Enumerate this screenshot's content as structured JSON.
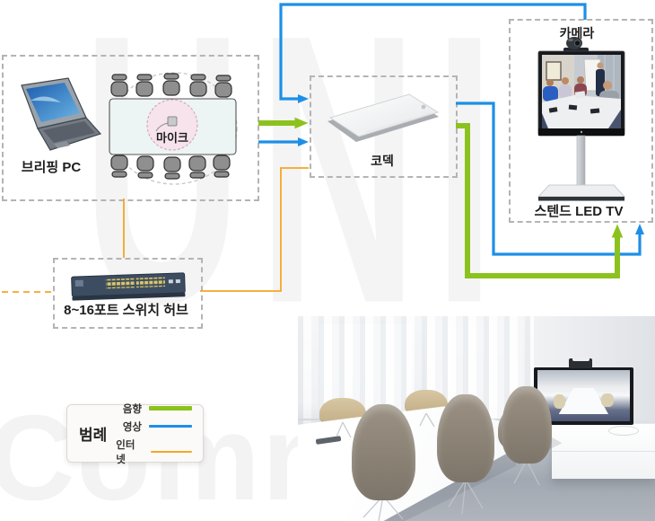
{
  "watermark": {
    "top": "UNI",
    "bottom": "Communica"
  },
  "colors": {
    "audio_green": "#8cc21e",
    "video_blue": "#1e8fe6",
    "internet_orange": "#f5a623",
    "box_border": "#b4b4b4"
  },
  "room": {
    "pc_label": "브리핑 PC",
    "mic_label": "마이크"
  },
  "codec": {
    "label": "코덱"
  },
  "display": {
    "camera_label": "카메라",
    "tv_label": "스텐드 LED TV"
  },
  "network": {
    "switch_label": "8~16포트 스위치 허브"
  },
  "legend": {
    "title": "범례",
    "items": [
      {
        "label": "음향",
        "color": "#8cc21e"
      },
      {
        "label": "영상",
        "color": "#1e8fe6"
      },
      {
        "label": "인터넷",
        "color": "#f5a623"
      }
    ]
  }
}
